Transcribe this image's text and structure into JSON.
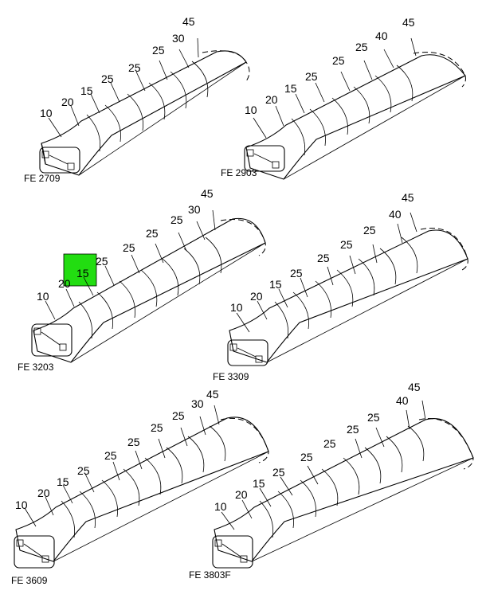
{
  "diagrams": [
    {
      "code": "FE 2709",
      "labels": [
        "10",
        "20",
        "15",
        "25",
        "25",
        "25",
        "30",
        "45"
      ]
    },
    {
      "code": "FE 2903",
      "labels": [
        "10",
        "20",
        "15",
        "25",
        "25",
        "25",
        "40",
        "45"
      ]
    },
    {
      "code": "FE 3203",
      "labels": [
        "10",
        "20",
        "15",
        "25",
        "25",
        "25",
        "25",
        "30",
        "45"
      ],
      "highlighted": "15",
      "highlight_color": "#22dd11"
    },
    {
      "code": "FE 3309",
      "labels": [
        "10",
        "20",
        "15",
        "25",
        "25",
        "25",
        "25",
        "40",
        "45"
      ]
    },
    {
      "code": "FE 3609",
      "labels": [
        "10",
        "20",
        "15",
        "25",
        "25",
        "25",
        "25",
        "25",
        "30",
        "45"
      ]
    },
    {
      "code": "FE 3803F",
      "labels": [
        "10",
        "20",
        "15",
        "25",
        "25",
        "25",
        "25",
        "25",
        "40",
        "45"
      ]
    }
  ]
}
